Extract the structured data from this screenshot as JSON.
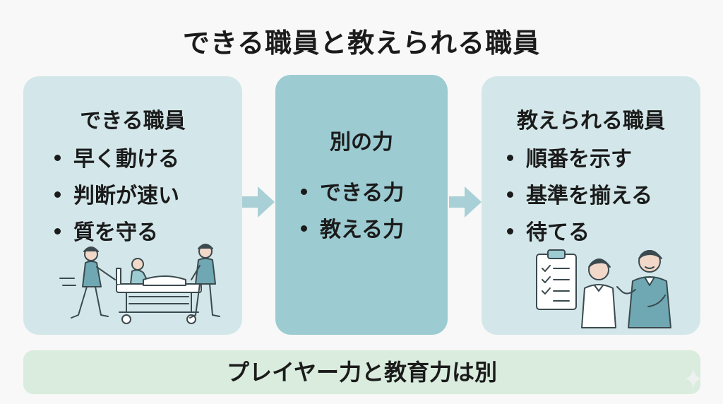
{
  "title": "できる職員と教えられる職員",
  "left_panel": {
    "title": "できる職員",
    "bullets": [
      "早く動ける",
      "判断が速い",
      "質を守る"
    ]
  },
  "middle_panel": {
    "title": "別の力",
    "bullets": [
      "できる力",
      "教える力"
    ]
  },
  "right_panel": {
    "title": "教えられる職員",
    "bullets": [
      "順番を示す",
      "基準を揃える",
      "待てる"
    ]
  },
  "bottom_banner": {
    "text": "プレイヤー力と教育力は別"
  },
  "colors": {
    "side_panel": "#d3e7ea",
    "middle_panel": "#9ccbd2",
    "arrow": "#a9d0d6",
    "banner": "#d9ecde",
    "text": "#1b1b1b",
    "illustration_teal": "#6fa8b2"
  },
  "icons": {
    "left_illustration": "nurses-pushing-patient-bed-icon",
    "right_illustration": "teacher-with-clipboard-icon",
    "corner_mark": "sparkle-icon"
  }
}
